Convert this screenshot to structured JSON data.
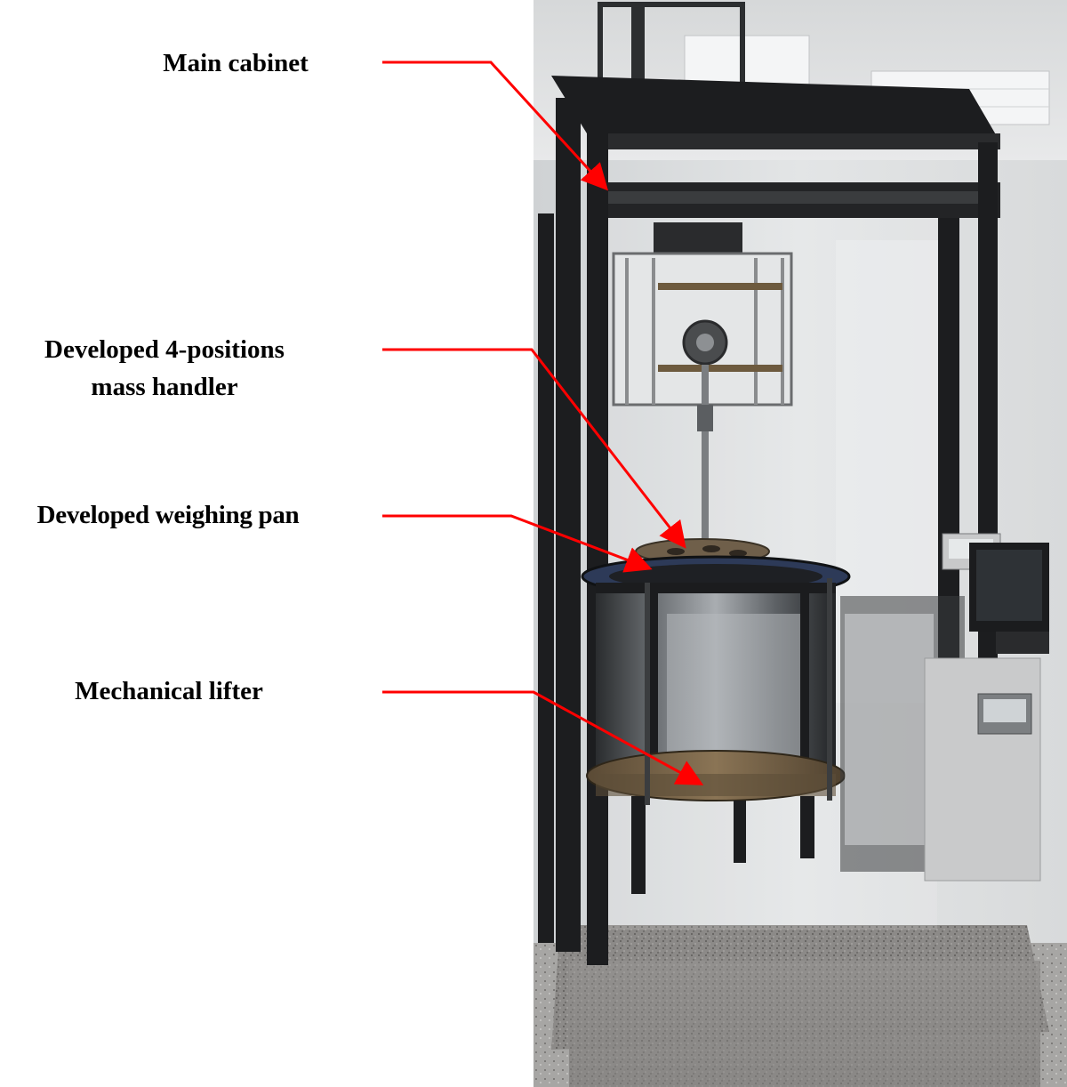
{
  "labels": {
    "main_cabinet": "Main cabinet",
    "mass_handler_line1": "Developed 4-positions",
    "mass_handler_line2": "mass handler",
    "weighing_pan": "Developed weighing pan",
    "mechanical_lifter": "Mechanical lifter"
  },
  "colors": {
    "arrow": "#ff0000",
    "label_text": "#000000",
    "background": "#ffffff"
  }
}
